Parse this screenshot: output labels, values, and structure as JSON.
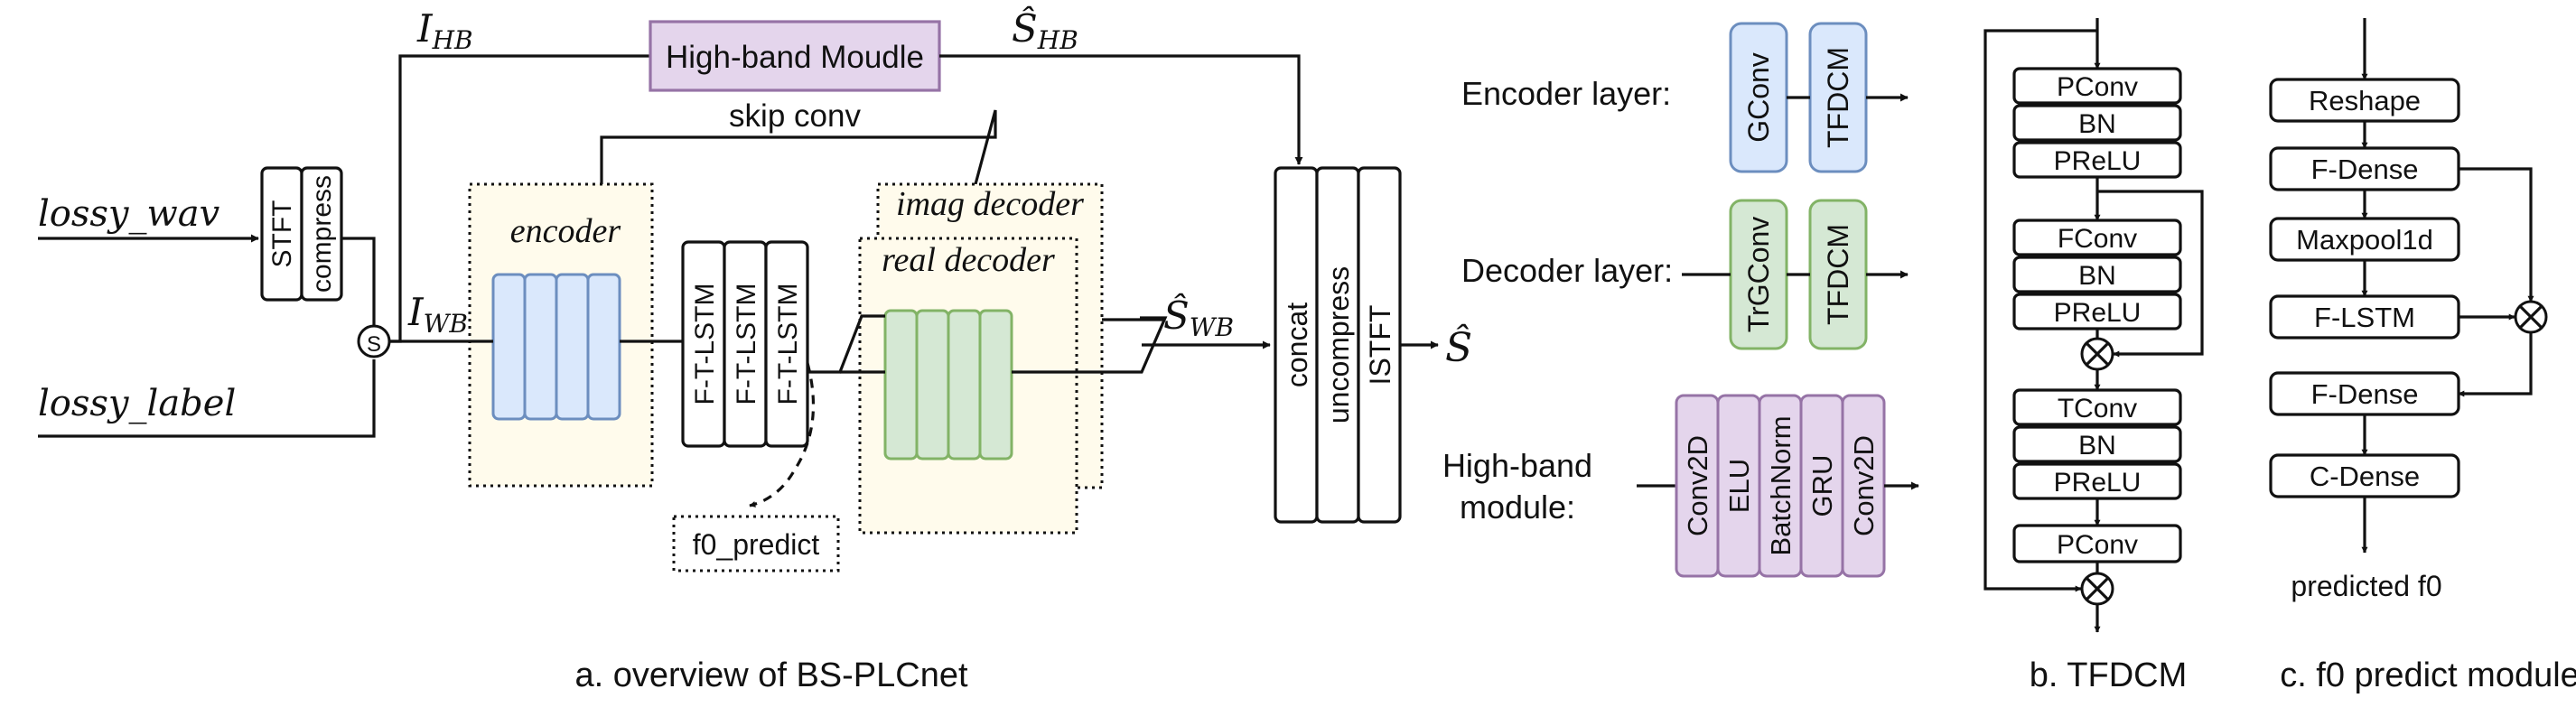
{
  "colors": {
    "high_band": "#e4d5ec",
    "high_band_stroke": "#9673a6",
    "encoder": "#dae8fc",
    "encoder_stroke": "#6c8ebf",
    "decoder": "#d5e8d4",
    "decoder_stroke": "#82b366",
    "yellow_bg": "#fffbec"
  },
  "overview": {
    "caption": "a. overview of BS-PLCnet",
    "inputs": {
      "lossy_wav": "lossy_wav",
      "lossy_label": "lossy_label"
    },
    "stft_block": [
      "STFT",
      "compress"
    ],
    "split_symbol": "S",
    "signals": {
      "i_hb": "I",
      "i_hb_sub": "HB",
      "i_wb": "I",
      "i_wb_sub": "WB",
      "s_hb": "Ŝ",
      "s_hb_sub": "HB",
      "s_wb": "Ŝ",
      "s_wb_sub": "WB",
      "s_out": "Ŝ"
    },
    "high_band_module_label": "High-band Moudle",
    "skip_label": "skip conv",
    "encoder_label": "encoder",
    "imag_decoder_label": "imag decoder",
    "real_decoder_label": "real decoder",
    "lstm_blocks": [
      "F-T-LSTM",
      "F-T-LSTM",
      "F-T-LSTM"
    ],
    "f0_predict_label": "f0_predict",
    "output_block": [
      "concat",
      "uncompress",
      "ISTFT"
    ]
  },
  "layers": {
    "encoder_label": "Encoder layer:",
    "encoder_blocks": [
      "GConv",
      "TFDCM"
    ],
    "decoder_label": "Decoder layer:",
    "decoder_blocks": [
      "TrGConv",
      "TFDCM"
    ],
    "high_band_label_line1": "High-band",
    "high_band_label_line2": "module:",
    "high_band_blocks": [
      "Conv2D",
      "ELU",
      "BatchNorm",
      "GRU",
      "Conv2D"
    ]
  },
  "tfdcm": {
    "caption": "b. TFDCM",
    "group1": [
      "PConv",
      "BN",
      "PReLU"
    ],
    "group2": [
      "FConv",
      "BN",
      "PReLU"
    ],
    "group3": [
      "TConv",
      "BN",
      "PReLU"
    ],
    "last": "PConv"
  },
  "f0_module": {
    "caption": "c. f0 predict module",
    "blocks": [
      "Reshape",
      "F-Dense",
      "Maxpool1d",
      "F-LSTM",
      "F-Dense",
      "C-Dense"
    ],
    "output_label": "predicted f0"
  }
}
